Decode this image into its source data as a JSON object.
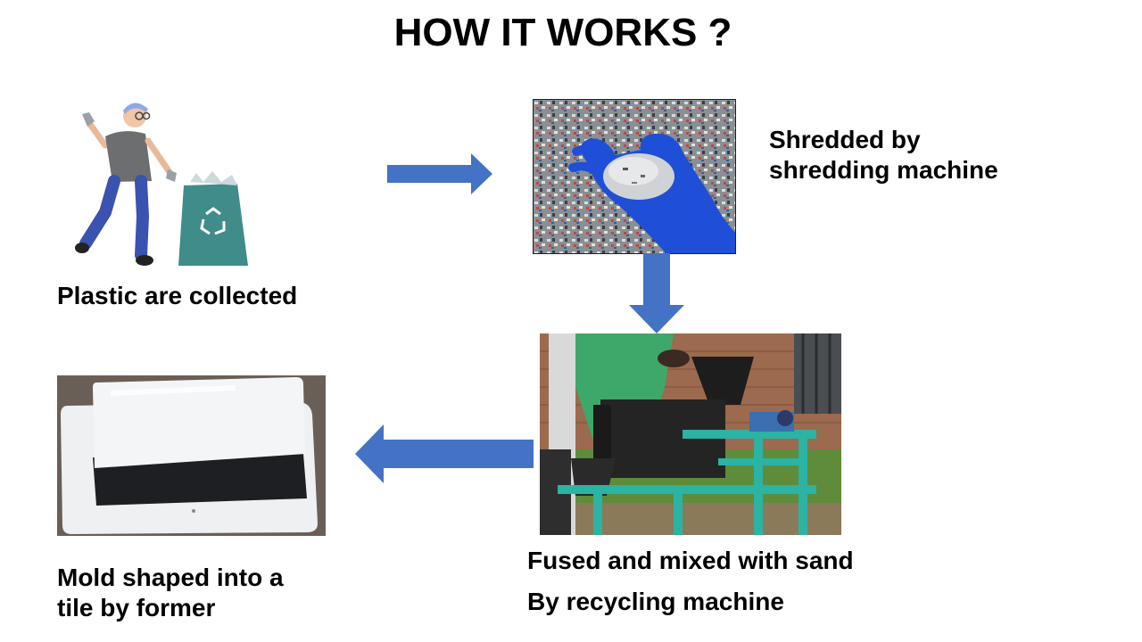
{
  "title": "HOW IT WORKS  ?",
  "steps": {
    "collect": {
      "caption": "Plastic are collected"
    },
    "shred": {
      "caption_line1": "Shredded by",
      "caption_line2": "shredding machine"
    },
    "fuse": {
      "caption_line1": "Fused and mixed with sand",
      "caption_line2": "By recycling machine"
    },
    "mold": {
      "caption_line1": "Mold shaped into a",
      "caption_line2": "tile by former"
    }
  },
  "colors": {
    "arrow": "#4472C4",
    "text": "#000000",
    "bag": "#3f8c8a",
    "glove": "#1f4fd6",
    "machine_frame": "#2bb3a3"
  },
  "icons": {
    "recycle": "recycle-icon"
  }
}
